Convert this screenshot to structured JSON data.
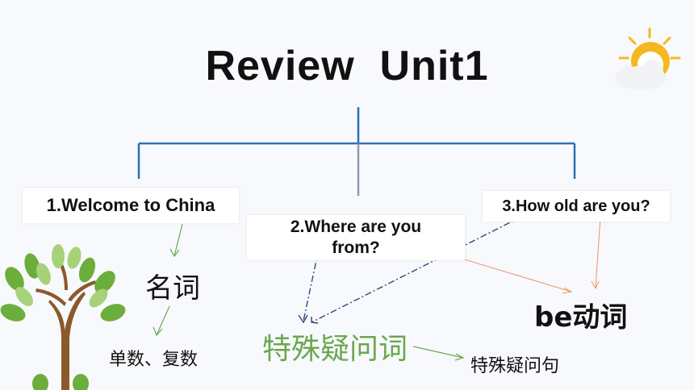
{
  "title": "Review  Unit1",
  "boxes": {
    "welcome": "1.Welcome to China",
    "where_line1": "2.Where are you",
    "where_line2": "from?",
    "how_old": "3.How old are you?"
  },
  "terms": {
    "noun": "名词",
    "singular_plural": "单数、复数",
    "wh_word": "特殊疑问词",
    "wh_question": "特殊疑问句",
    "be_verb": "be动词"
  },
  "colors": {
    "tree_line": "#2e6fb4",
    "green_arrow": "#6aa84f",
    "orange_arrow": "#e8956b",
    "dash_arrow": "#2f4a7a"
  }
}
